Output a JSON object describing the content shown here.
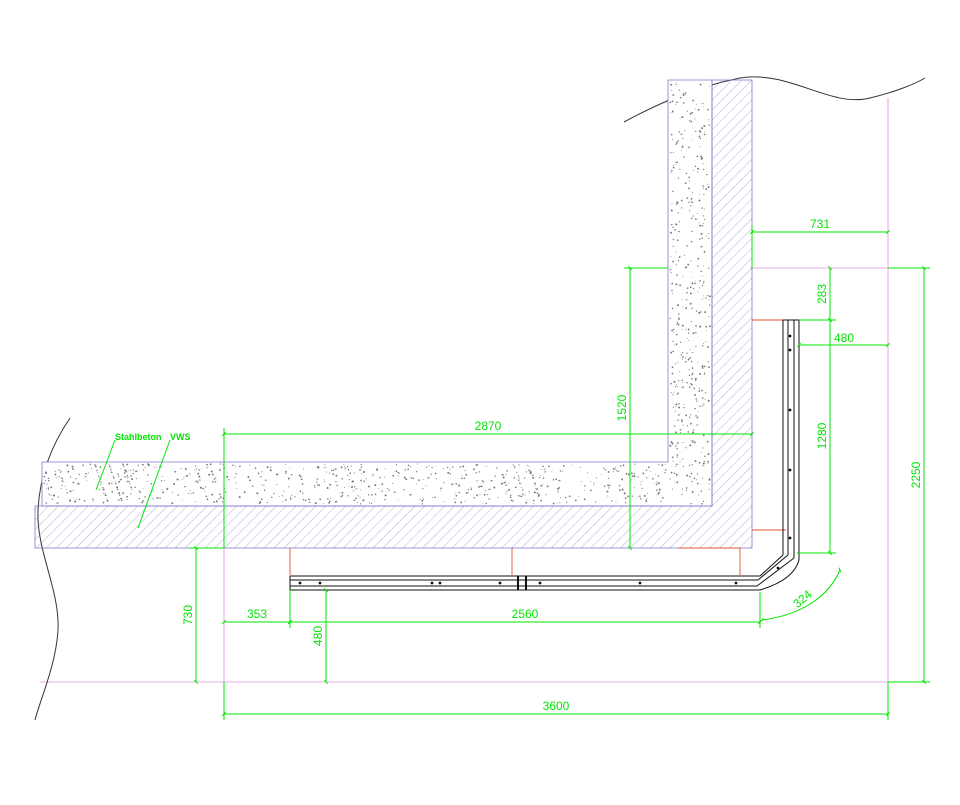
{
  "colors": {
    "dimension": "#00e600",
    "hatch": "#7a7ac8",
    "wall_edge": "#7a7acc",
    "speckle": "#777777",
    "profile": "#111111",
    "accent_red": "#e0502f",
    "grid_magenta": "#e090e0",
    "break_line": "#333333"
  },
  "labels": {
    "stahlbeton": "Stahlbeton",
    "vws": "VWS"
  },
  "dimensions": {
    "d731": "731",
    "d283": "283",
    "d480_right": "480",
    "d1520": "1520",
    "d1280": "1280",
    "d2250": "2250",
    "d2870": "2870",
    "d730": "730",
    "d353": "353",
    "d2560": "2560",
    "d480_bottom": "480",
    "d324": "324",
    "d3600": "3600"
  }
}
